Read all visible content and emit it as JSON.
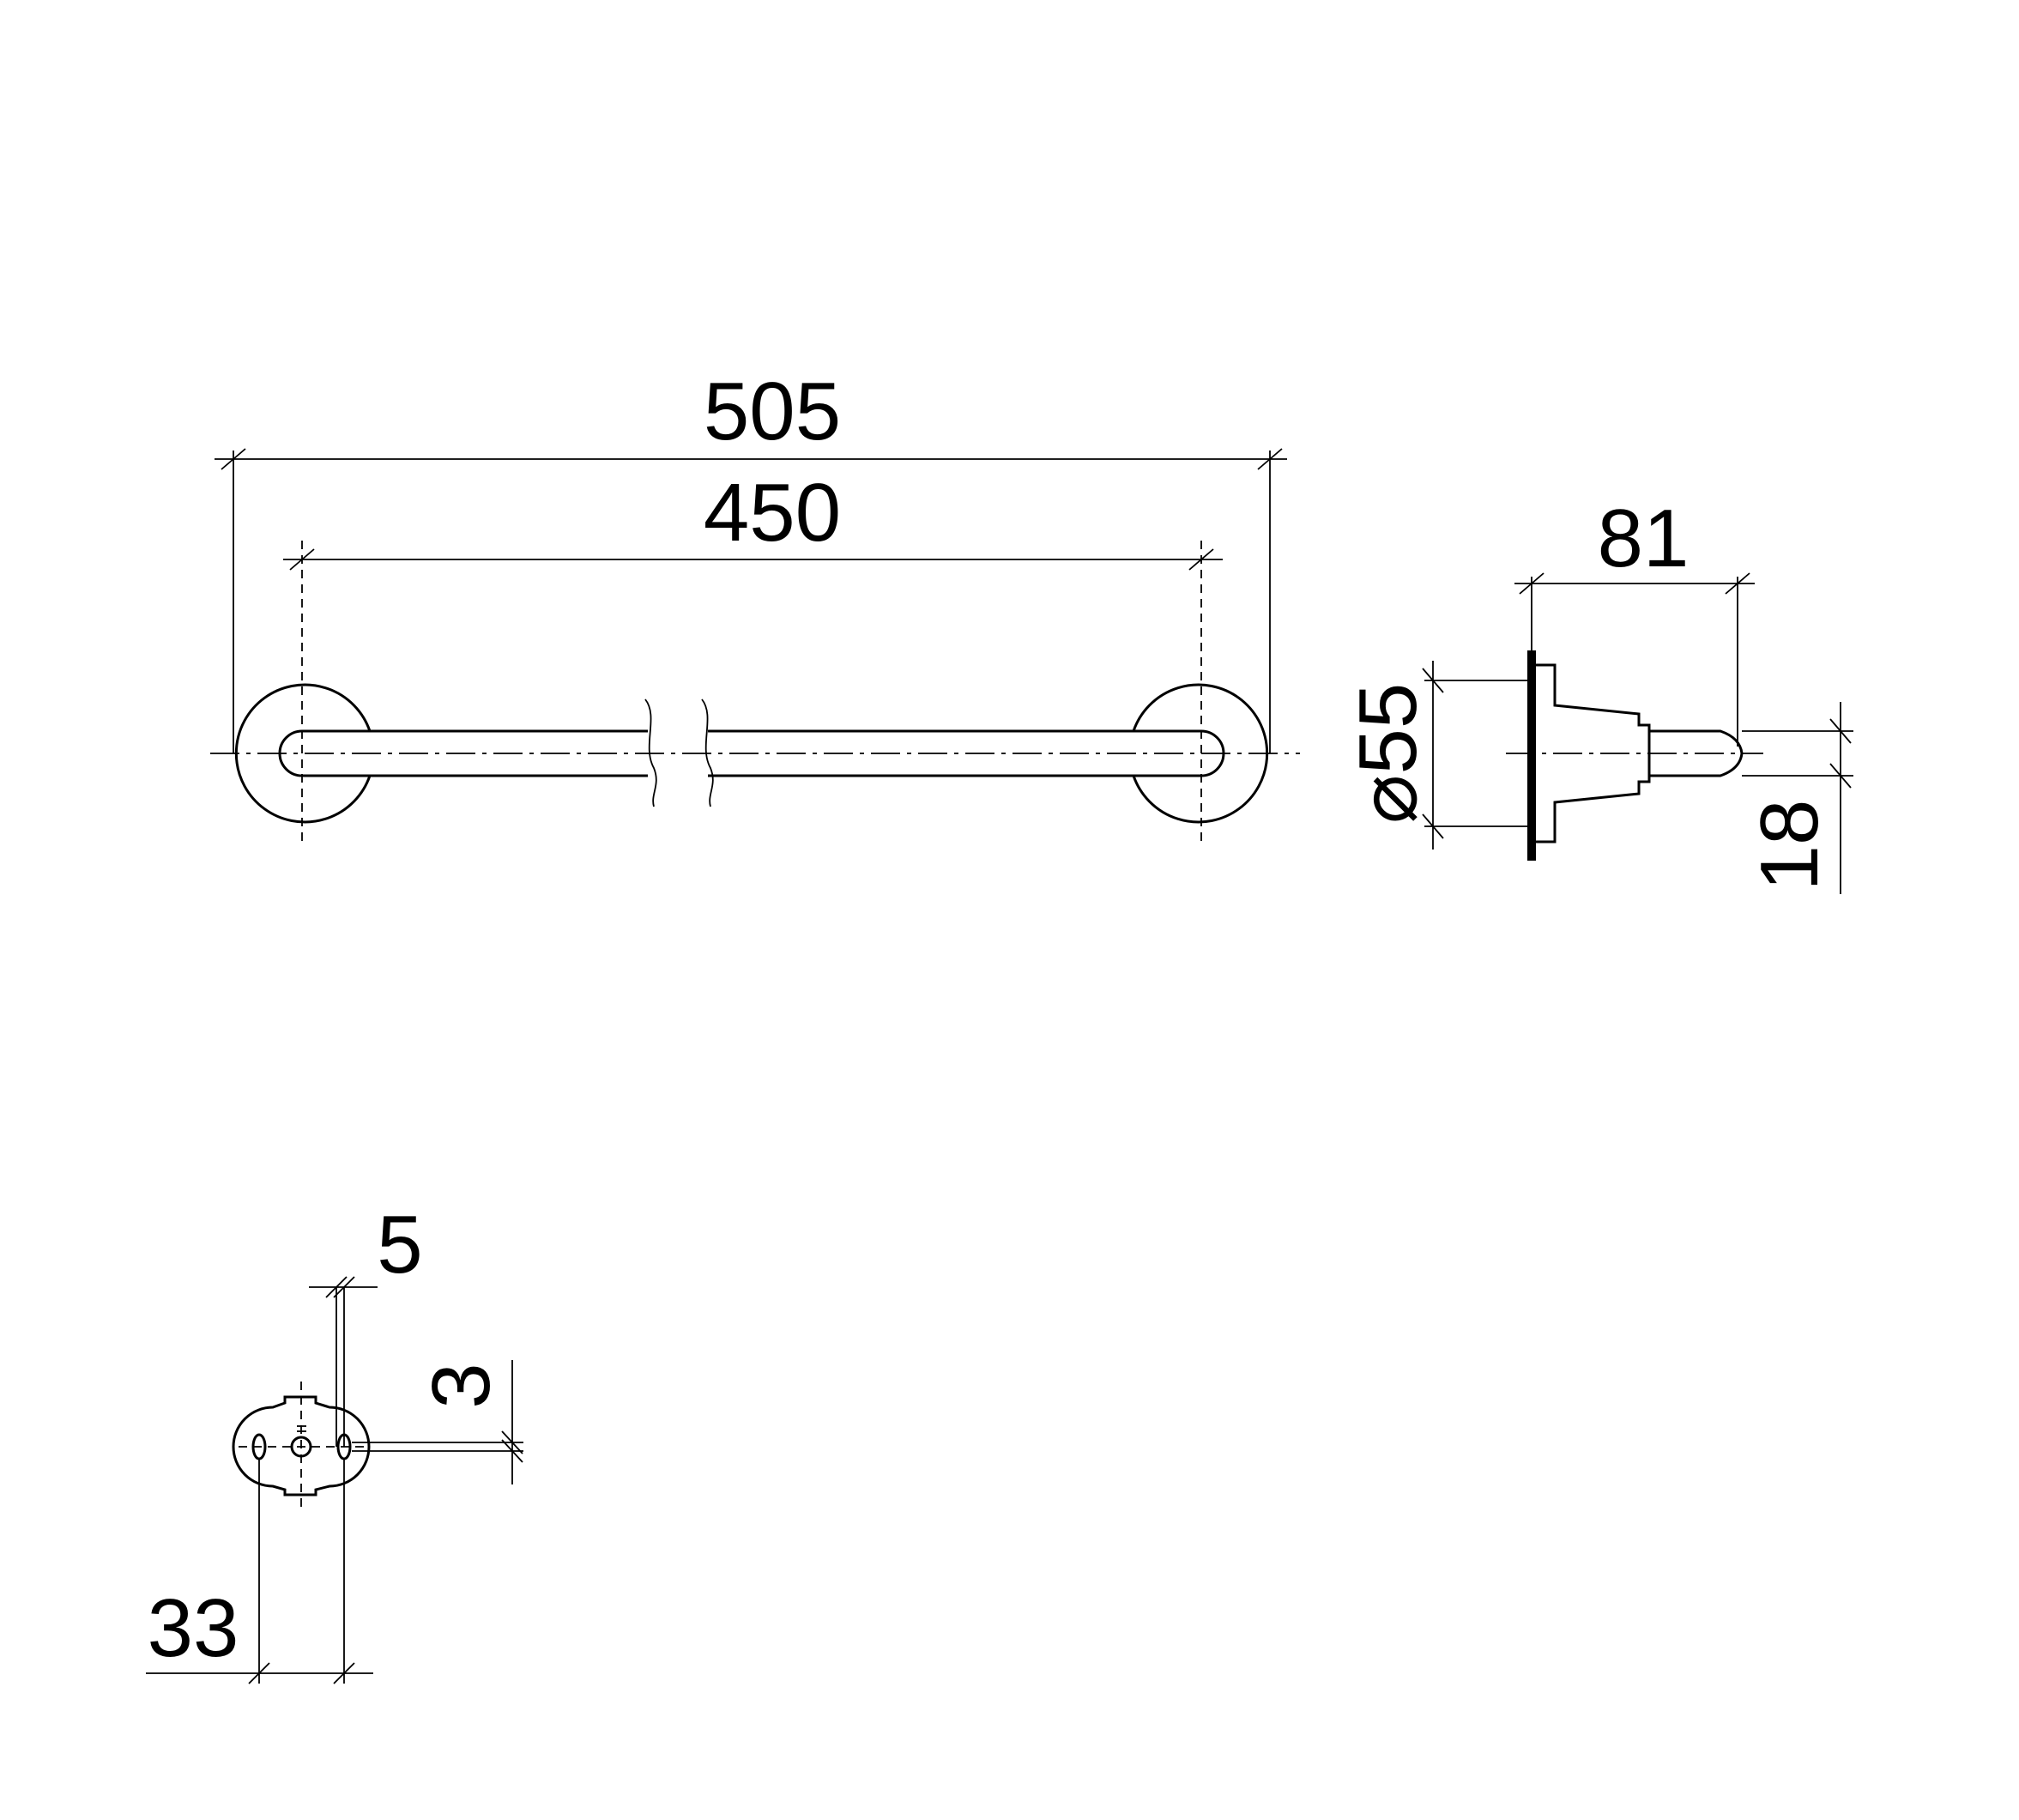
{
  "dimensions": {
    "overall_length": "505",
    "center_distance": "450",
    "projection": "81",
    "rosette_diameter_symbol": "⌀",
    "rosette_diameter": "55",
    "bar_diameter": "18",
    "bracket_offset": "5",
    "bracket_slot": "3",
    "bracket_hole_spacing": "33"
  },
  "colors": {
    "line": "#000000",
    "background": "#ffffff"
  }
}
